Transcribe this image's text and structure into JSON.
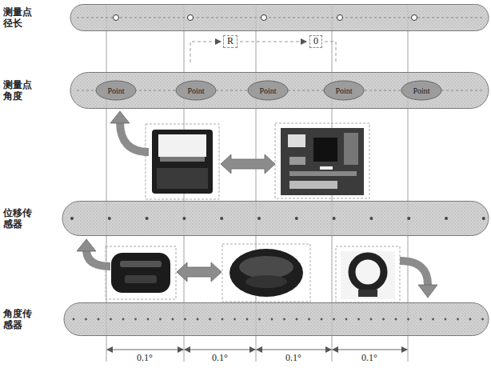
{
  "diagram": {
    "nodes": [
      {
        "text": [
          "测量点径长"
        ]
      },
      {
        "text": [
          "测量点角度"
        ]
      },
      {
        "text": [
          "Point"
        ],
        "in": 1
      },
      {
        "text": [
          "Point"
        ],
        "in": 1
      },
      {
        "text": [
          "Point"
        ],
        "in": 1
      },
      {
        "text": [
          "Point"
        ],
        "in": 1
      },
      {
        "text": [
          "Point"
        ],
        "in": 1
      },
      {
        "text": [
          "位移传感器"
        ]
      },
      {
        "text": [
          "角度传感器"
        ]
      }
    ],
    "labels": [
      "R",
      "0",
      "0.1°",
      "0.1°",
      "0.1°",
      "0.1°"
    ]
  }
}
